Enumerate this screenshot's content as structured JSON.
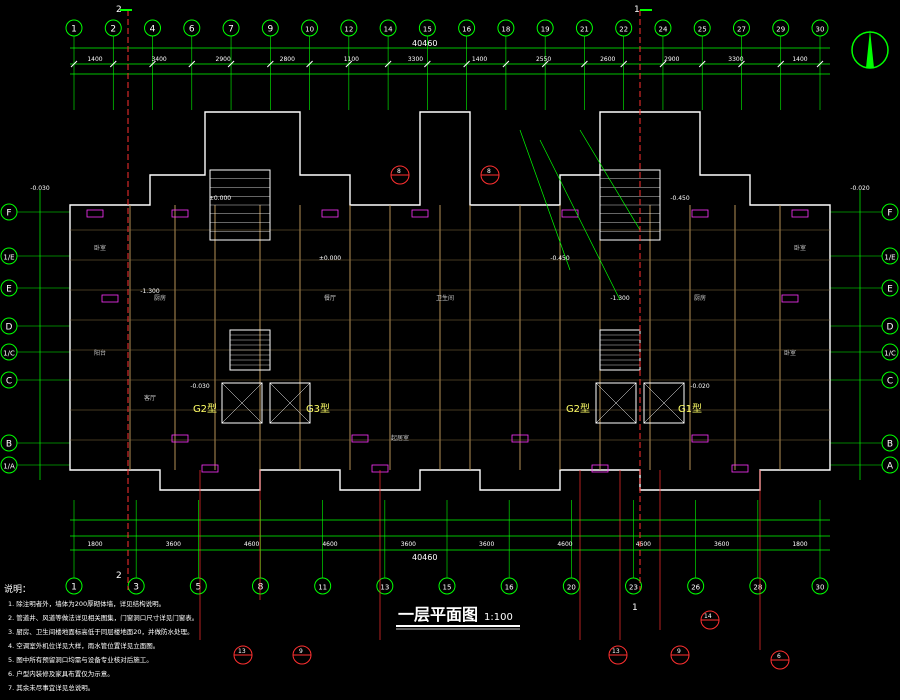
{
  "title": "一层平面图",
  "scale": "1:100",
  "overall_dimension": "40460",
  "top_axes": [
    "1",
    "2",
    "4",
    "6",
    "7",
    "9",
    "10",
    "12",
    "14",
    "15",
    "16",
    "18",
    "19",
    "21",
    "22",
    "24",
    "25",
    "27",
    "29",
    "30"
  ],
  "bottom_axes": [
    "1",
    "3",
    "5",
    "8",
    "11",
    "13",
    "15",
    "16",
    "20",
    "23",
    "26",
    "28",
    "30"
  ],
  "left_axes": [
    "F",
    "1/E",
    "E",
    "D",
    "1/C",
    "C",
    "B",
    "1/A"
  ],
  "right_axes": [
    "F",
    "1/E",
    "E",
    "D",
    "1/C",
    "C",
    "B",
    "A"
  ],
  "top_dims": [
    "1400",
    "3400",
    "2900",
    "2800",
    "1100",
    "3300",
    "1400",
    "2550",
    "2600",
    "2900",
    "3300",
    "1400"
  ],
  "bottom_dims": [
    "1800",
    "3600",
    "4600",
    "4600",
    "3600",
    "3600",
    "4600",
    "4600",
    "3600",
    "1800"
  ],
  "unit_labels": [
    "G2型",
    "G3型",
    "G2型",
    "G1型"
  ],
  "rooms": [
    "卧室",
    "卧室",
    "厨房",
    "餐厅",
    "起居室",
    "卫生间",
    "阳台",
    "客厅",
    "厨房",
    "卧室"
  ],
  "elevations": [
    "±0.000",
    "-0.450",
    "-0.030",
    "-0.020",
    "-1.300"
  ],
  "section_marks": [
    "1",
    "2",
    "1",
    "2"
  ],
  "notes_heading": "说明：",
  "notes": [
    "1. 除注明者外，墙体为200厚砌体墙，详见结构说明。",
    "2. 管道井、风道等做法详见相关图集，门窗洞口尺寸详见门窗表。",
    "3. 厨房、卫生间楼地面标高低于同层楼地面20，并做防水处理。",
    "4. 空调室外机位详见大样，雨水管位置详见立面图。",
    "5. 图中所有预留洞口均需与设备专业核对后施工。",
    "6. 户型内装修及家具布置仅为示意。",
    "7. 其余未尽事宜详见总说明。"
  ],
  "callouts": [
    "13",
    "8",
    "9",
    "14",
    "6"
  ],
  "colors": {
    "bg": "#000000",
    "axis": "#00ff00",
    "wall": "#ffffff",
    "dim": "#00ff00",
    "text": "#ffff66",
    "tag": "#ff33ff",
    "red": "#ff3030",
    "room": "#c8c8c8"
  }
}
